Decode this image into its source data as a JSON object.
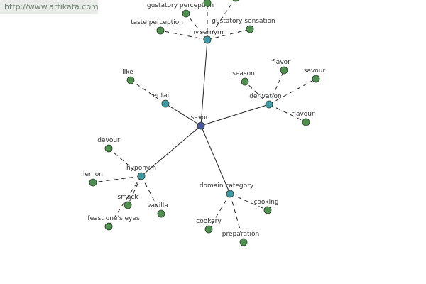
{
  "watermark": "http://www.artikata.com",
  "colors": {
    "center": "#4a5aa0",
    "relation": "#3f9aa6",
    "leaf": "#4f8f4f",
    "edge": "#222222"
  },
  "graph": {
    "center": {
      "id": "savor",
      "label": "savor"
    },
    "relations": [
      {
        "id": "hypernym",
        "label": "hypernym",
        "leaves": [
          "gustatory perception",
          "taste perception",
          "gustatory sensation",
          "",
          ""
        ]
      },
      {
        "id": "entail",
        "label": "entail",
        "leaves": [
          "like"
        ]
      },
      {
        "id": "derivation",
        "label": "derivation",
        "leaves": [
          "season",
          "flavor",
          "savour",
          "flavour"
        ]
      },
      {
        "id": "hyponym",
        "label": "hyponym",
        "leaves": [
          "devour",
          "lemon",
          "smack",
          "vanilla",
          "feast one's eyes"
        ]
      },
      {
        "id": "domain-category",
        "label": "domain category",
        "leaves": [
          "cookery",
          "cooking",
          "preparation"
        ]
      }
    ]
  }
}
